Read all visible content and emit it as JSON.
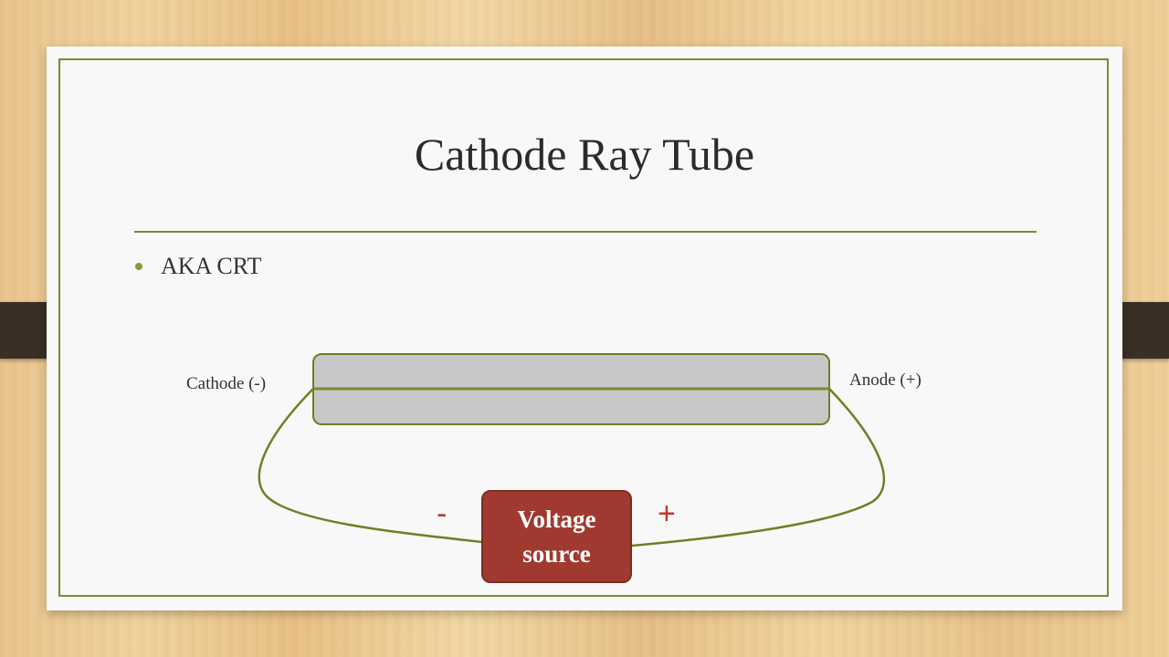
{
  "slide": {
    "title": "Cathode Ray Tube",
    "bullets": [
      "AKA CRT"
    ]
  },
  "diagram": {
    "cathode_label": "Cathode (-)",
    "anode_label": "Anode (+)",
    "negative_sign": "-",
    "positive_sign": "+",
    "voltage_source_line1": "Voltage",
    "voltage_source_line2": "source"
  },
  "colors": {
    "accent": "#7b8c2e",
    "tube_fill": "#c8c8c8",
    "voltage_fill": "#a03a31",
    "sign_color": "#c0392b",
    "clip": "#3a2f25"
  }
}
